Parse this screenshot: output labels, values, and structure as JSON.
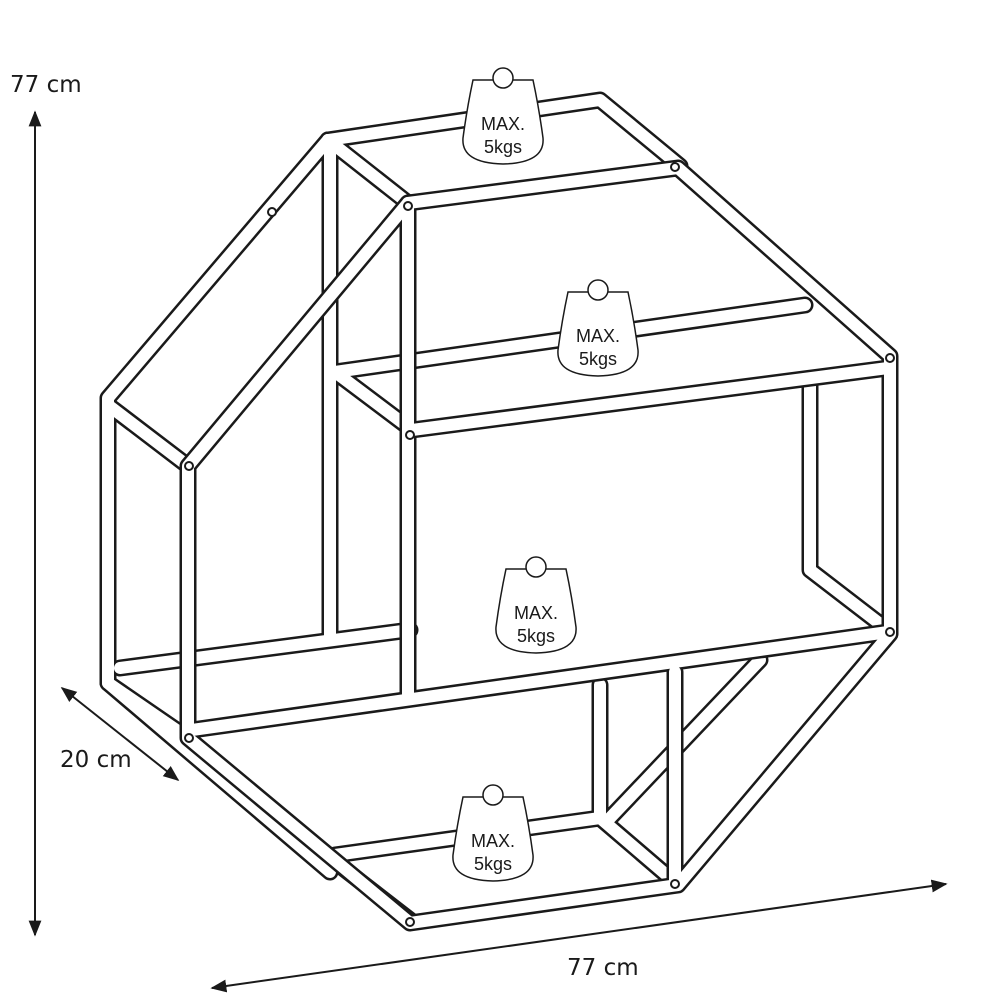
{
  "dimensions": {
    "height_label": "77 cm",
    "depth_label": "20 cm",
    "width_label": "77 cm"
  },
  "weight_badges": [
    {
      "line1": "MAX.",
      "line2": "5kgs"
    },
    {
      "line1": "MAX.",
      "line2": "5kgs"
    },
    {
      "line1": "MAX.",
      "line2": "5kgs"
    },
    {
      "line1": "MAX.",
      "line2": "5kgs"
    }
  ],
  "colors": {
    "line": "#1a1a1a",
    "background": "#ffffff"
  }
}
